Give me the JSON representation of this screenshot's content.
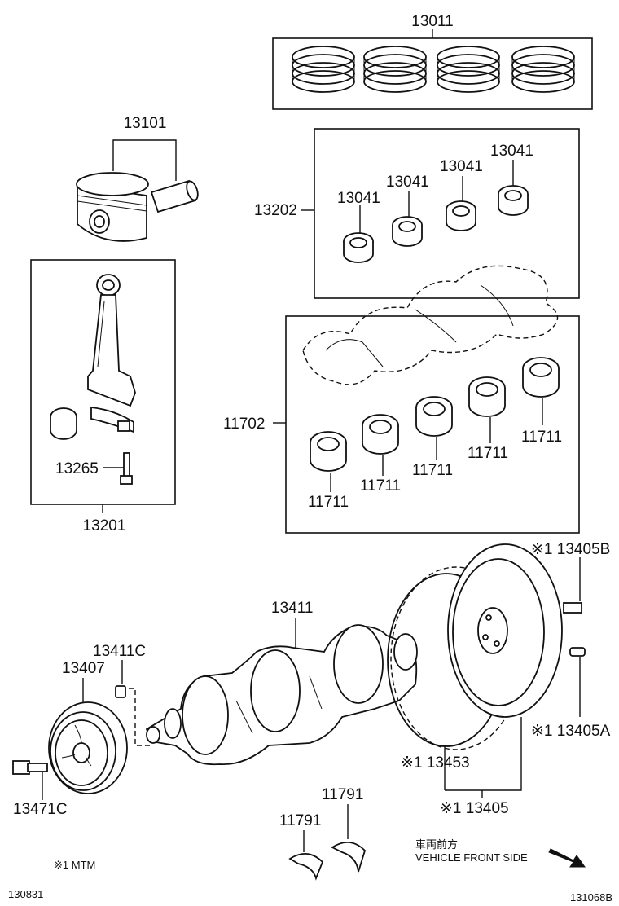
{
  "labels": {
    "piston_ring_set": "13011",
    "piston_with_pin": "13101",
    "rod_bearing_set": "13202",
    "rod_bearing_1": "13041",
    "rod_bearing_2": "13041",
    "rod_bearing_3": "13041",
    "rod_bearing_4": "13041",
    "conrod_assy": "13201",
    "conrod_bolt": "13265",
    "main_bearing_set": "11702",
    "main_bearing_1": "11711",
    "main_bearing_2": "11711",
    "main_bearing_3": "11711",
    "main_bearing_4": "11711",
    "main_bearing_5": "11711",
    "crankshaft": "13411",
    "crank_key": "13411C",
    "crank_pulley": "13407",
    "pulley_bolt": "13471C",
    "flywheel_bolt": "※1 13405B",
    "flywheel_pin": "※1 13405A",
    "ring_gear": "※1 13453",
    "flywheel": "※1 13405",
    "thrust_washer_1": "11791",
    "thrust_washer_2": "11791"
  },
  "footnote": "※1 MTM",
  "direction": {
    "jp": "車両前方",
    "en": "VEHICLE FRONT SIDE"
  },
  "date_code": "130831",
  "figure_id": "131068B"
}
